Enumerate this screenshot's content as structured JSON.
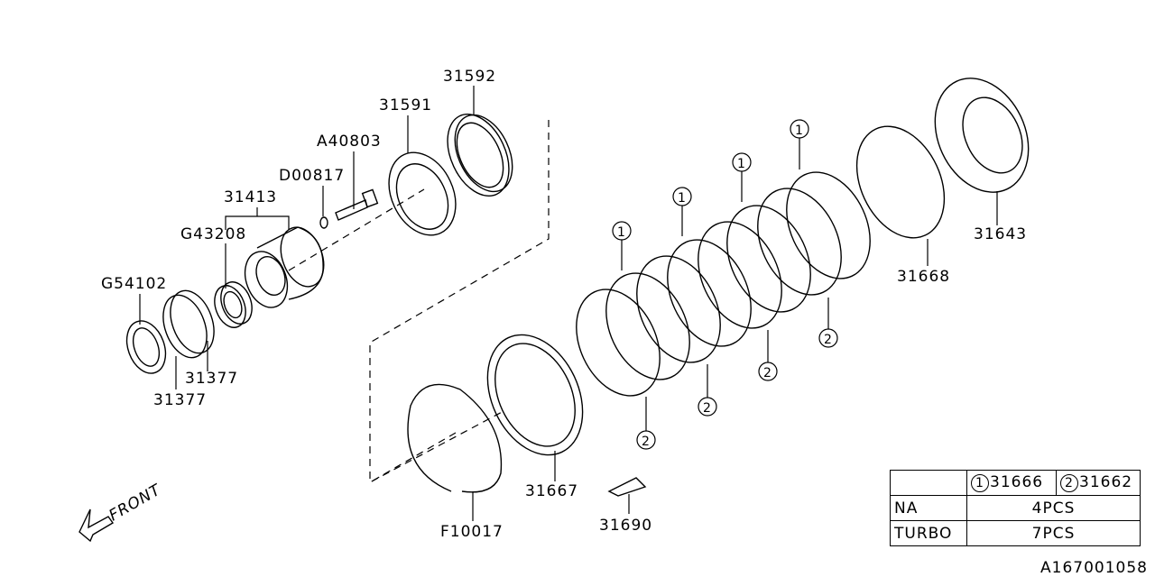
{
  "labels": {
    "p31592": "31592",
    "p31591": "31591",
    "pA40803": "A40803",
    "pD00817": "D00817",
    "p31413": "31413",
    "pG43208": "G43208",
    "pG54102": "G54102",
    "p31377a": "31377",
    "p31377b": "31377",
    "p31643": "31643",
    "p31668": "31668",
    "pF10017": "F10017",
    "p31667": "31667",
    "p31690": "31690",
    "front": "FRONT"
  },
  "markers": {
    "one": "1",
    "two": "2"
  },
  "table": {
    "headers": [
      "",
      "31666",
      "31662"
    ],
    "header_markers": [
      "1",
      "2"
    ],
    "rows": [
      {
        "label": "NA",
        "value": "4PCS"
      },
      {
        "label": "TURBO",
        "value": "7PCS"
      }
    ]
  },
  "reference": "A167001058"
}
